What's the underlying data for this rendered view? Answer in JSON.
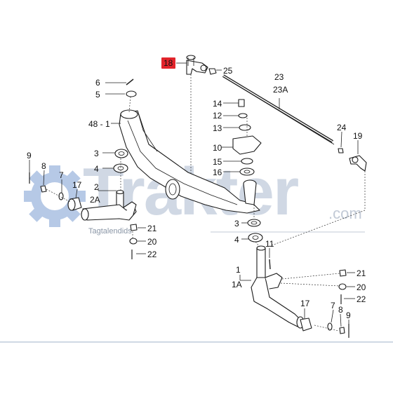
{
  "watermark": {
    "brand": "Trakter",
    "suffix": ".com",
    "tagline": "Tagtalendids",
    "brand_color": "#d0d8e4",
    "gear_color": "#b6c9e6"
  },
  "highlight_color": "#e2242b",
  "callouts": {
    "c18": "18",
    "c25": "25",
    "c23": "23",
    "c23a": "23A",
    "c6": "6",
    "c5": "5",
    "c48": "48 - 1",
    "c14": "14",
    "c12": "12",
    "c13": "13",
    "c10": "10",
    "c15": "15",
    "c16": "16",
    "c24": "24",
    "c19": "19",
    "c9l": "9",
    "c8l": "8",
    "c7l": "7",
    "c17l": "17",
    "c3l": "3",
    "c4l": "4",
    "c2": "2",
    "c2a": "2A",
    "c21l": "21",
    "c20l": "20",
    "c22l": "22",
    "c3r": "3",
    "c4r": "4",
    "c11": "11",
    "c1": "1",
    "c1a": "1A",
    "c21r": "21",
    "c20r": "20",
    "c22r": "22",
    "c17r": "17",
    "c7r": "7",
    "c8r": "8",
    "c9r": "9"
  }
}
